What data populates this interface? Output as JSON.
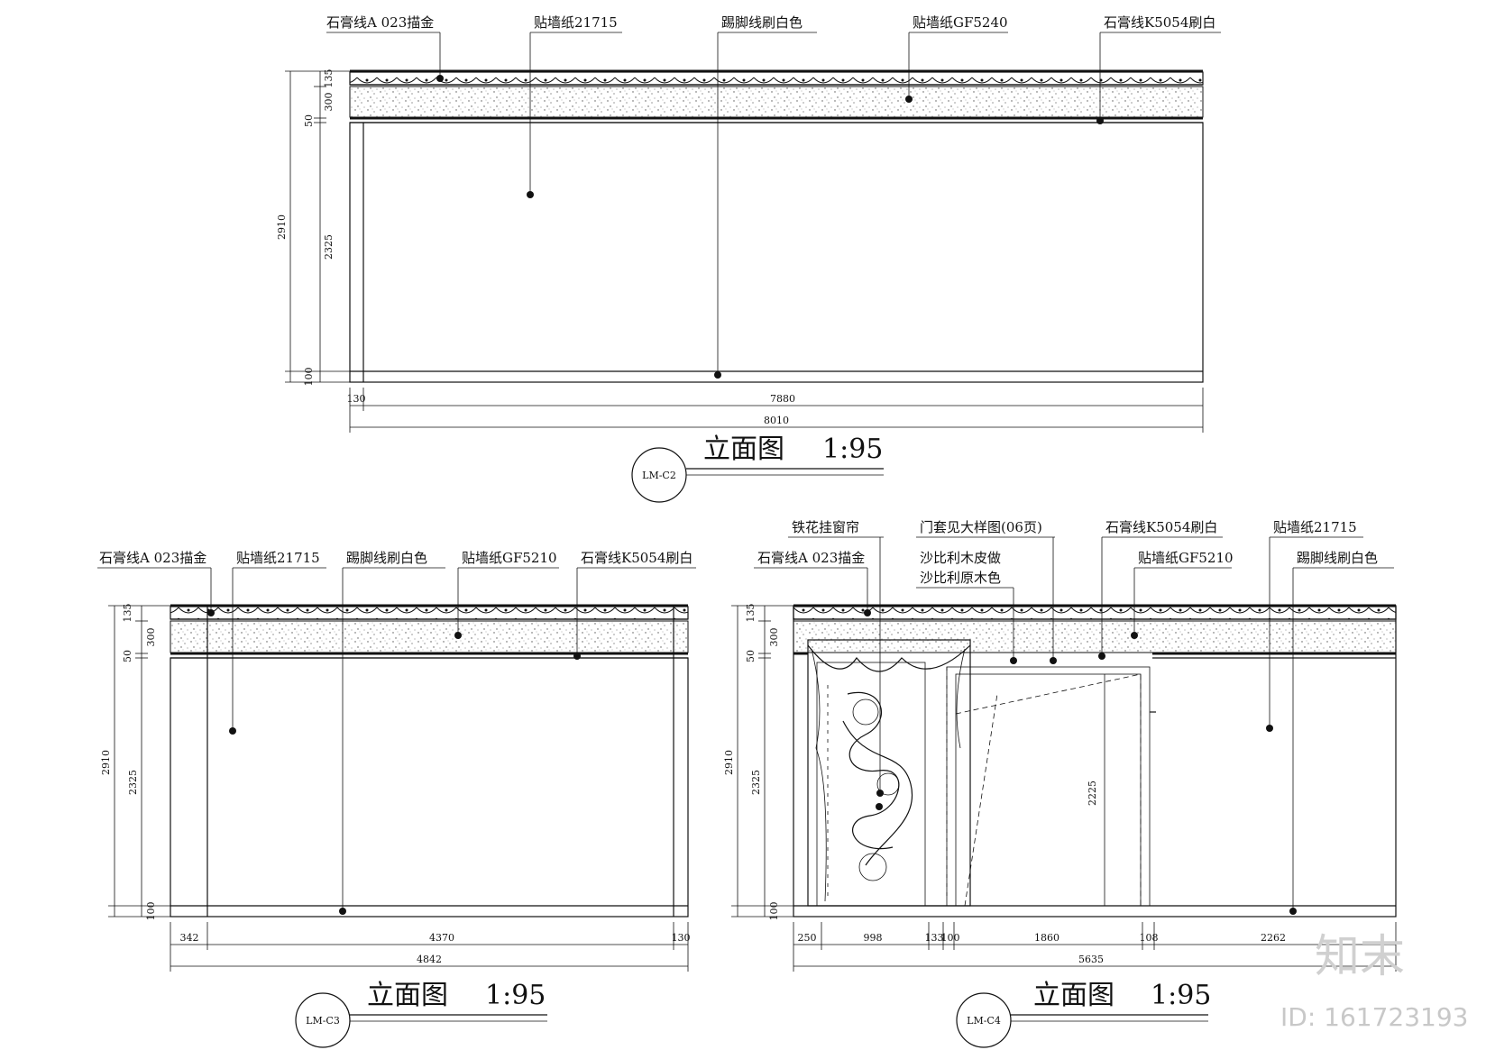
{
  "elevation_c2": {
    "labels": [
      "石膏线A 023描金",
      "贴墙纸21715",
      "踢脚线刷白色",
      "贴墙纸GF5240",
      "石膏线K5054刷白"
    ],
    "dims_vertical": [
      "135",
      "300",
      "50",
      "2325",
      "100",
      "2910"
    ],
    "dims_horizontal": [
      "130",
      "7880",
      "8010"
    ],
    "title": "立面图",
    "scale": "1:95",
    "tag": "LM-C2"
  },
  "elevation_c3": {
    "labels": [
      "石膏线A 023描金",
      "贴墙纸21715",
      "踢脚线刷白色",
      "贴墙纸GF5210",
      "石膏线K5054刷白"
    ],
    "dims_vertical": [
      "135",
      "300",
      "50",
      "2325",
      "100",
      "2910"
    ],
    "dims_horizontal": [
      "342",
      "4370",
      "130",
      "4842"
    ],
    "title": "立面图",
    "scale": "1:95",
    "tag": "LM-C3"
  },
  "elevation_c4": {
    "labels": [
      "铁花挂窗帘",
      "门套见大样图(06页)",
      "石膏线K5054刷白",
      "贴墙纸21715",
      "石膏线A 023描金",
      "沙比利木皮做",
      "沙比利原木色",
      "贴墙纸GF5210",
      "踢脚线刷白色"
    ],
    "dims_vertical": [
      "135",
      "300",
      "50",
      "2325",
      "100",
      "2910"
    ],
    "door_height": "2225",
    "dims_horizontal": [
      "250",
      "998",
      "133",
      "100",
      "1860",
      "108",
      "2262",
      "5635"
    ],
    "title": "立面图",
    "scale": "1:95",
    "tag": "LM-C4"
  },
  "watermark": {
    "brand": "知末",
    "id_text": "ID: 161723193"
  }
}
